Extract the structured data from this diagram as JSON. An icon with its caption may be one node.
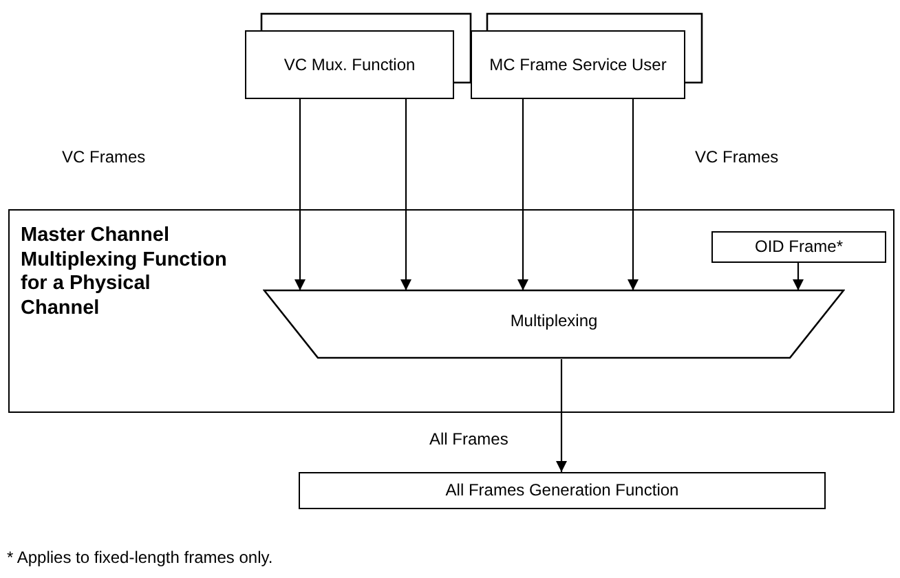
{
  "diagram": {
    "nodes": [
      {
        "text": [
          "VC Mux. Function"
        ]
      },
      {
        "text": [
          "MC Frame Service User"
        ]
      },
      {
        "text": [
          "Master Channel Multiplexing Function for a Physical Channel"
        ]
      },
      {
        "text": [
          "OID Frame*"
        ],
        "in": 2
      },
      {
        "text": [
          "Multiplexing"
        ],
        "in": 2
      },
      {
        "text": [
          "All Frames Generation Function"
        ]
      }
    ],
    "edges": [
      {
        "from": 0,
        "to": 4,
        "arrow": "to"
      },
      {
        "from": 0,
        "to": 4,
        "arrow": "to"
      },
      {
        "from": 1,
        "to": 4,
        "arrow": "to"
      },
      {
        "from": 1,
        "to": 4,
        "arrow": "to"
      },
      {
        "from": 3,
        "to": 4,
        "arrow": "to"
      },
      {
        "from": 4,
        "to": 5,
        "arrow": "to",
        "label": "All Frames"
      }
    ],
    "labels": [
      "VC Frames",
      "VC Frames",
      "* Applies to fixed-length frames only."
    ]
  }
}
